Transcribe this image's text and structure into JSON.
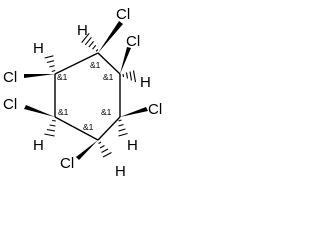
{
  "molecule": {
    "atom_labels": {
      "cl_top": "Cl",
      "cl_upper_right": "Cl",
      "cl_left_upper": "Cl",
      "cl_left_lower": "Cl",
      "cl_right_lower": "Cl",
      "cl_bottom": "Cl",
      "h_top": "H",
      "h_upper_left": "H",
      "h_upper_right": "H",
      "h_lower_left": "H",
      "h_lower_right": "H",
      "h_bottom": "H"
    },
    "stereo_labels": {
      "c_top": "&1",
      "c_upper_right": "&1",
      "c_upper_left": "&1",
      "c_lower_left": "&1",
      "c_lower_right": "&1",
      "c_bottom": "&1"
    }
  }
}
